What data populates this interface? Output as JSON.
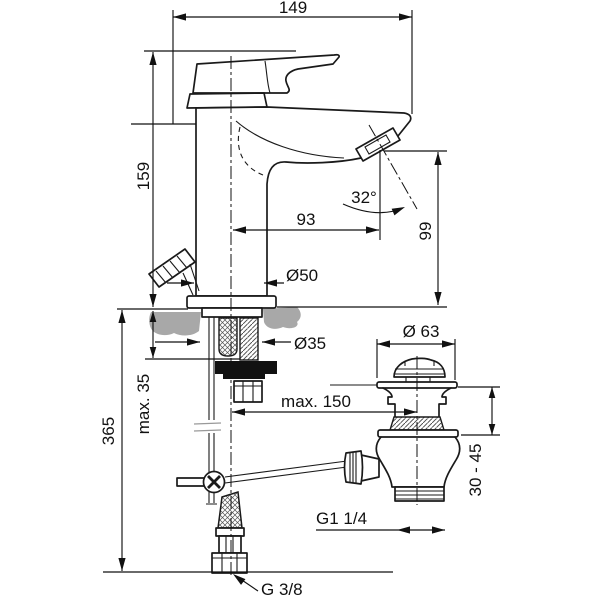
{
  "drawing": {
    "labels": {
      "overall_width": "149",
      "body_height": "159",
      "spout_reach": "93",
      "spout_height": "99",
      "spout_angle": "32°",
      "base_diameter": "Ø50",
      "mounting_hole_diameter": "Ø35",
      "max_deck_thickness": "max. 35",
      "total_depth": "365",
      "max_waste_distance": "max. 150",
      "waste_cap_diameter": "Ø 63",
      "waste_height_range": "30 - 45",
      "waste_thread": "G1 1/4",
      "supply_thread": "G 3/8"
    },
    "colors": {
      "line": "#1a1a1a",
      "surface_gray": "#a8a8a8",
      "background": "#ffffff"
    }
  }
}
